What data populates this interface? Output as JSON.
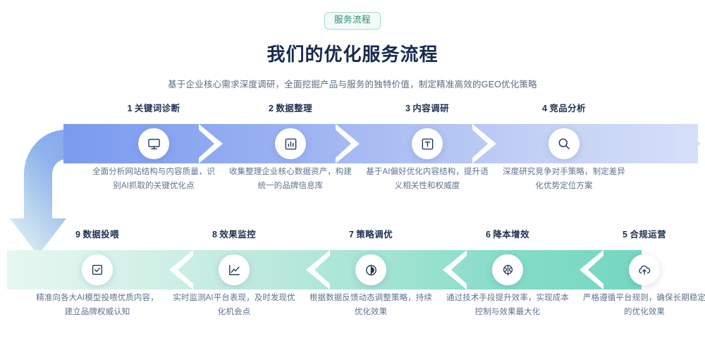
{
  "header": {
    "badge": "服务流程",
    "title": "我们的优化服务流程",
    "subtitle": "基于企业核心需求深度调研，全面挖掘产品与服务的独特价值，制定精准高效的GEO优化策略"
  },
  "colors": {
    "badge_text": "#2e8b74",
    "badge_border": "#a8d8cd",
    "title": "#17294d",
    "subtitle": "#5a6b85",
    "row1_start": "#7b9af0",
    "row1_end": "#d6dff8",
    "row2_start": "#e7f7f2",
    "row2_end": "#74d7c1",
    "icon": "#1d3053"
  },
  "flow": {
    "row1": [
      {
        "num": "1",
        "label": "关键词诊断",
        "icon": "monitor-icon",
        "desc": "全面分析网站结构与内容质量，识别AI抓取的关键优化点"
      },
      {
        "num": "2",
        "label": "数据整理",
        "icon": "bar-chart-box-icon",
        "desc": "收集整理企业核心数据资产，构建统一的品牌信息库"
      },
      {
        "num": "3",
        "label": "内容调研",
        "icon": "text-box-icon",
        "desc": "基于AI偏好优化内容结构，提升语义相关性和权威度"
      },
      {
        "num": "4",
        "label": "竞品分析",
        "icon": "search-icon",
        "desc": "深度研究竞争对手策略，制定差异化优势定位方案"
      }
    ],
    "row2": [
      {
        "num": "9",
        "label": "数据投喂",
        "icon": "checkbox-icon",
        "desc": "精准向各大AI模型投喂优质内容，建立品牌权威认知"
      },
      {
        "num": "8",
        "label": "效果监控",
        "icon": "line-chart-icon",
        "desc": "实时监测AI平台表现，及时发现优化机会点"
      },
      {
        "num": "7",
        "label": "策略调优",
        "icon": "ab-split-circle-icon",
        "desc": "根据数据反馈动态调整策略，持续优化效果"
      },
      {
        "num": "6",
        "label": "降本增效",
        "icon": "brain-icon",
        "desc": "通过技术手段提升效率，实现成本控制与效果最大化"
      },
      {
        "num": "5",
        "label": "合规运营",
        "icon": "cloud-upload-icon",
        "desc": "严格遵循平台规则，确保长期稳定的优化效果"
      }
    ]
  }
}
